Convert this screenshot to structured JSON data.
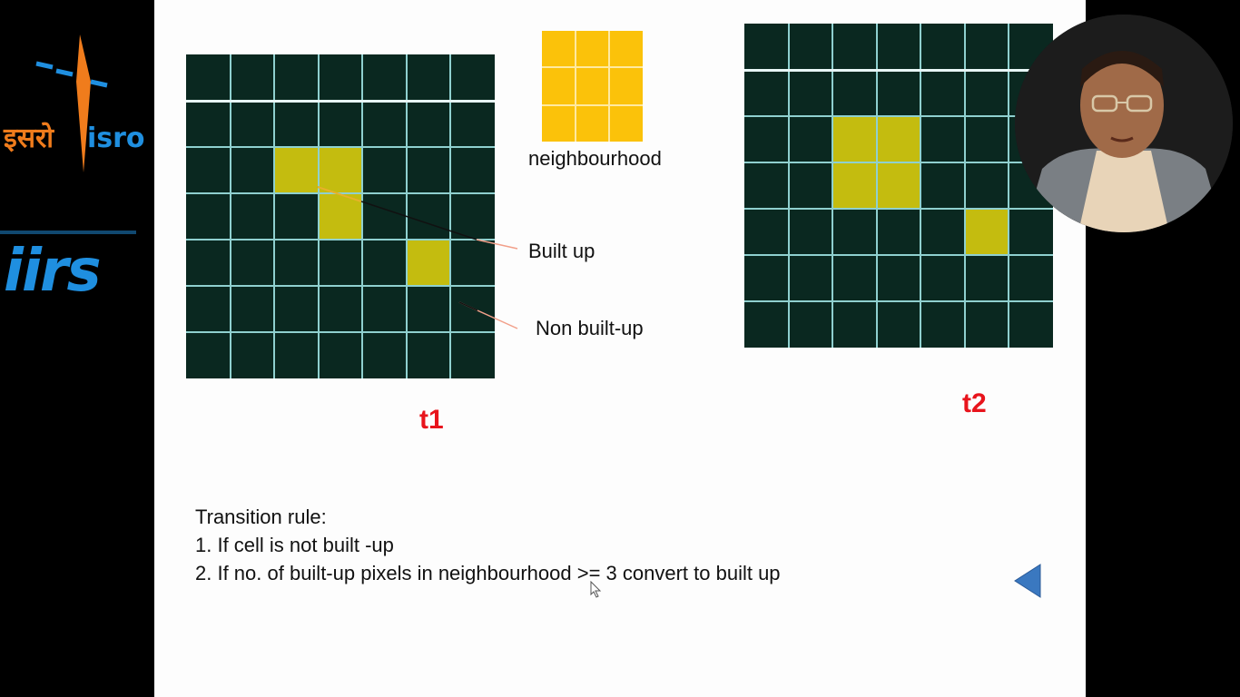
{
  "logos": {
    "isro_hindi": "इसरो",
    "isro_english": "isro",
    "iirs": "iirs"
  },
  "diagram": {
    "neighbourhood_label": "neighbourhood",
    "builtup_label": "Built up",
    "nonbuiltup_label": "Non built-up",
    "t1_label": "t1",
    "t2_label": "t2",
    "grid_t1": {
      "rows": 7,
      "cols": 7,
      "built_up": [
        [
          2,
          2
        ],
        [
          2,
          3
        ],
        [
          3,
          3
        ],
        [
          4,
          5
        ]
      ]
    },
    "grid_t2": {
      "rows": 7,
      "cols": 7,
      "built_up": [
        [
          2,
          2
        ],
        [
          2,
          3
        ],
        [
          3,
          2
        ],
        [
          3,
          3
        ],
        [
          4,
          5
        ]
      ]
    }
  },
  "rules": {
    "title": "Transition rule:",
    "items": [
      "1.  If cell is not built -up",
      "2.  If  no. of built-up pixels in neighbourhood >= 3 convert to built up"
    ]
  },
  "colors": {
    "grid_bg": "#0a2820",
    "grid_line": "#8fd0cf",
    "built_up": "#c4bc0f",
    "neighbourhood": "#fbc20a",
    "t_label": "#e8141c",
    "nav": "#3a78c0"
  },
  "icons": {
    "prev": "triangle-left-icon"
  }
}
